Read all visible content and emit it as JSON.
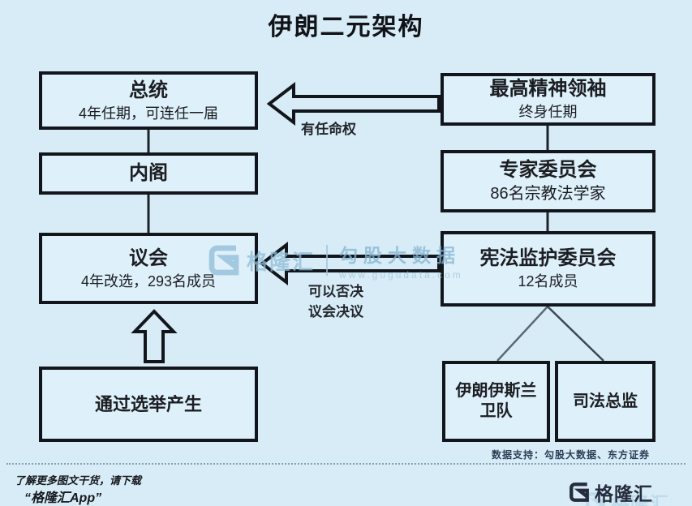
{
  "title": "伊朗二元架构",
  "colors": {
    "background": "#d7ecf6",
    "box_fill": "#def0f9",
    "box_border": "#12161c",
    "watermark": "#85b5d3",
    "footer_navy": "#262c3d"
  },
  "boxes": {
    "president": {
      "title": "总统",
      "subtitle": "4年任期，可连任一届"
    },
    "cabinet": {
      "title": "内阁"
    },
    "parliament": {
      "title": "议会",
      "subtitle": "4年改选，293名成员"
    },
    "election": {
      "title": "通过选举产生"
    },
    "supreme_leader": {
      "title": "最高精神领袖",
      "subtitle": "终身任期"
    },
    "experts_assembly": {
      "title": "专家委员会",
      "subtitle": "86名宗教法学家"
    },
    "guardian_council": {
      "title": "宪法监护委员会",
      "subtitle": "12名成员"
    },
    "irgc": {
      "title": "伊朗伊斯兰卫队"
    },
    "judiciary": {
      "title": "司法总监"
    }
  },
  "arrows": {
    "appointment_label": "有任命权",
    "veto_label_line1": "可以否决",
    "veto_label_line2": "议会决议"
  },
  "watermark": {
    "brand": "格隆汇",
    "name": "勾股大数据",
    "url": "www.gugudata.com"
  },
  "footer": {
    "data_support": "数据支持：勾股大数据、东方证券",
    "promo_line1": "了解更多图文干货，请下载",
    "promo_line2": "“格隆汇App”",
    "brand": "格隆汇"
  }
}
